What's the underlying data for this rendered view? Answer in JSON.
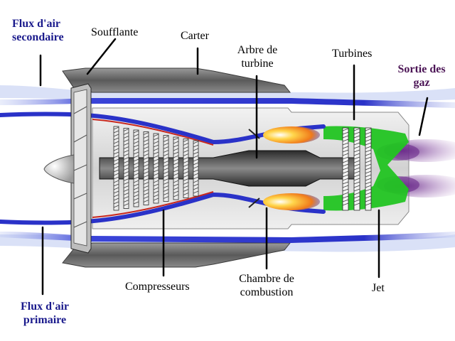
{
  "labels": {
    "secondary_airflow": {
      "line1": "Flux d'air",
      "line2": "secondaire"
    },
    "fan": "Soufflante",
    "casing": "Carter",
    "turbine_shaft": {
      "line1": "Arbre de",
      "line2": "turbine"
    },
    "turbines": "Turbines",
    "exhaust": {
      "line1": "Sortie des",
      "line2": "gaz"
    },
    "compressors": "Compresseurs",
    "combustion_chamber": {
      "line1": "Chambre de",
      "line2": "combustion"
    },
    "jet": "Jet",
    "primary_airflow": {
      "line1": "Flux d'air",
      "line2": "primaire"
    }
  },
  "colors": {
    "airflow_blue": "#2a32c8",
    "secondary_label": "#1a1a8c",
    "exhaust_label": "#4b1455",
    "jet_green": "#22c422",
    "flame_orange": "#f07a1a",
    "exhaust_purple": "#6a2a8a",
    "casing_gray": "#6e6e6e"
  }
}
